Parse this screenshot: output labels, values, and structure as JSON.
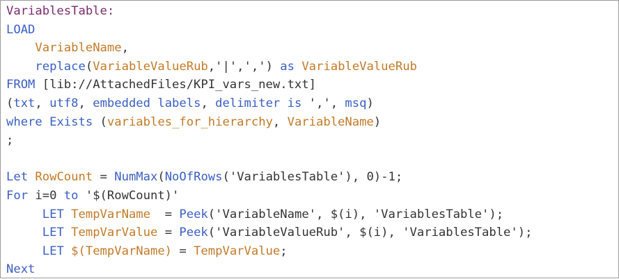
{
  "colors": {
    "keyword": "#3a5fc2",
    "label": "#7a2a6e",
    "field": "#c27a27",
    "plain": "#333333"
  },
  "lines": [
    [
      {
        "t": "VariablesTable:",
        "k": "lbl"
      }
    ],
    [
      {
        "t": "LOAD",
        "k": "kw"
      }
    ],
    [
      {
        "t": "    ",
        "k": "op"
      },
      {
        "t": "VariableName",
        "k": "fld"
      },
      {
        "t": ",",
        "k": "op"
      }
    ],
    [
      {
        "t": "    ",
        "k": "op"
      },
      {
        "t": "replace",
        "k": "fn"
      },
      {
        "t": "(",
        "k": "op"
      },
      {
        "t": "VariableValueRub",
        "k": "fld"
      },
      {
        "t": ",'|',',') ",
        "k": "str"
      },
      {
        "t": "as",
        "k": "kw"
      },
      {
        "t": " ",
        "k": "op"
      },
      {
        "t": "VariableValueRub",
        "k": "fld"
      }
    ],
    [
      {
        "t": "FROM",
        "k": "kw"
      },
      {
        "t": " [lib://AttachedFiles/KPI_vars_new.txt]",
        "k": "path"
      }
    ],
    [
      {
        "t": "(",
        "k": "op"
      },
      {
        "t": "txt",
        "k": "kw"
      },
      {
        "t": ", ",
        "k": "op"
      },
      {
        "t": "utf8",
        "k": "kw"
      },
      {
        "t": ", ",
        "k": "op"
      },
      {
        "t": "embedded labels",
        "k": "kw"
      },
      {
        "t": ", ",
        "k": "op"
      },
      {
        "t": "delimiter is",
        "k": "kw"
      },
      {
        "t": " ',', ",
        "k": "str"
      },
      {
        "t": "msq",
        "k": "kw"
      },
      {
        "t": ")",
        "k": "op"
      }
    ],
    [
      {
        "t": "where",
        "k": "kw"
      },
      {
        "t": " ",
        "k": "op"
      },
      {
        "t": "Exists",
        "k": "fn"
      },
      {
        "t": " (",
        "k": "op"
      },
      {
        "t": "variables_for_hierarchy",
        "k": "fld"
      },
      {
        "t": ", ",
        "k": "op"
      },
      {
        "t": "VariableName",
        "k": "fld"
      },
      {
        "t": ")",
        "k": "op"
      }
    ],
    [
      {
        "t": ";",
        "k": "op"
      }
    ],
    [
      {
        "t": "",
        "k": "op"
      }
    ],
    [
      {
        "t": "Let",
        "k": "kw"
      },
      {
        "t": " ",
        "k": "op"
      },
      {
        "t": "RowCount",
        "k": "var"
      },
      {
        "t": " = ",
        "k": "op"
      },
      {
        "t": "NumMax",
        "k": "fn"
      },
      {
        "t": "(",
        "k": "op"
      },
      {
        "t": "NoOfRows",
        "k": "fn"
      },
      {
        "t": "('VariablesTable'), 0)-1;",
        "k": "str"
      }
    ],
    [
      {
        "t": "For",
        "k": "kw"
      },
      {
        "t": " i=0 ",
        "k": "op"
      },
      {
        "t": "to",
        "k": "kw"
      },
      {
        "t": " '$(RowCount)'",
        "k": "str"
      }
    ],
    [
      {
        "t": "     ",
        "k": "op"
      },
      {
        "t": "LET",
        "k": "kw"
      },
      {
        "t": " ",
        "k": "op"
      },
      {
        "t": "TempVarName",
        "k": "var"
      },
      {
        "t": "  = ",
        "k": "op"
      },
      {
        "t": "Peek",
        "k": "fn"
      },
      {
        "t": "('VariableName', $(i), 'VariablesTable');",
        "k": "str"
      }
    ],
    [
      {
        "t": "     ",
        "k": "op"
      },
      {
        "t": "LET",
        "k": "kw"
      },
      {
        "t": " ",
        "k": "op"
      },
      {
        "t": "TempVarValue",
        "k": "var"
      },
      {
        "t": " = ",
        "k": "op"
      },
      {
        "t": "Peek",
        "k": "fn"
      },
      {
        "t": "('VariableValueRub', $(i), 'VariablesTable');",
        "k": "str"
      }
    ],
    [
      {
        "t": "     ",
        "k": "op"
      },
      {
        "t": "LET",
        "k": "kw"
      },
      {
        "t": " ",
        "k": "op"
      },
      {
        "t": "$(TempVarName)",
        "k": "var"
      },
      {
        "t": " = ",
        "k": "op"
      },
      {
        "t": "TempVarValue",
        "k": "var"
      },
      {
        "t": ";",
        "k": "op"
      }
    ],
    [
      {
        "t": "Next",
        "k": "kw"
      }
    ]
  ]
}
